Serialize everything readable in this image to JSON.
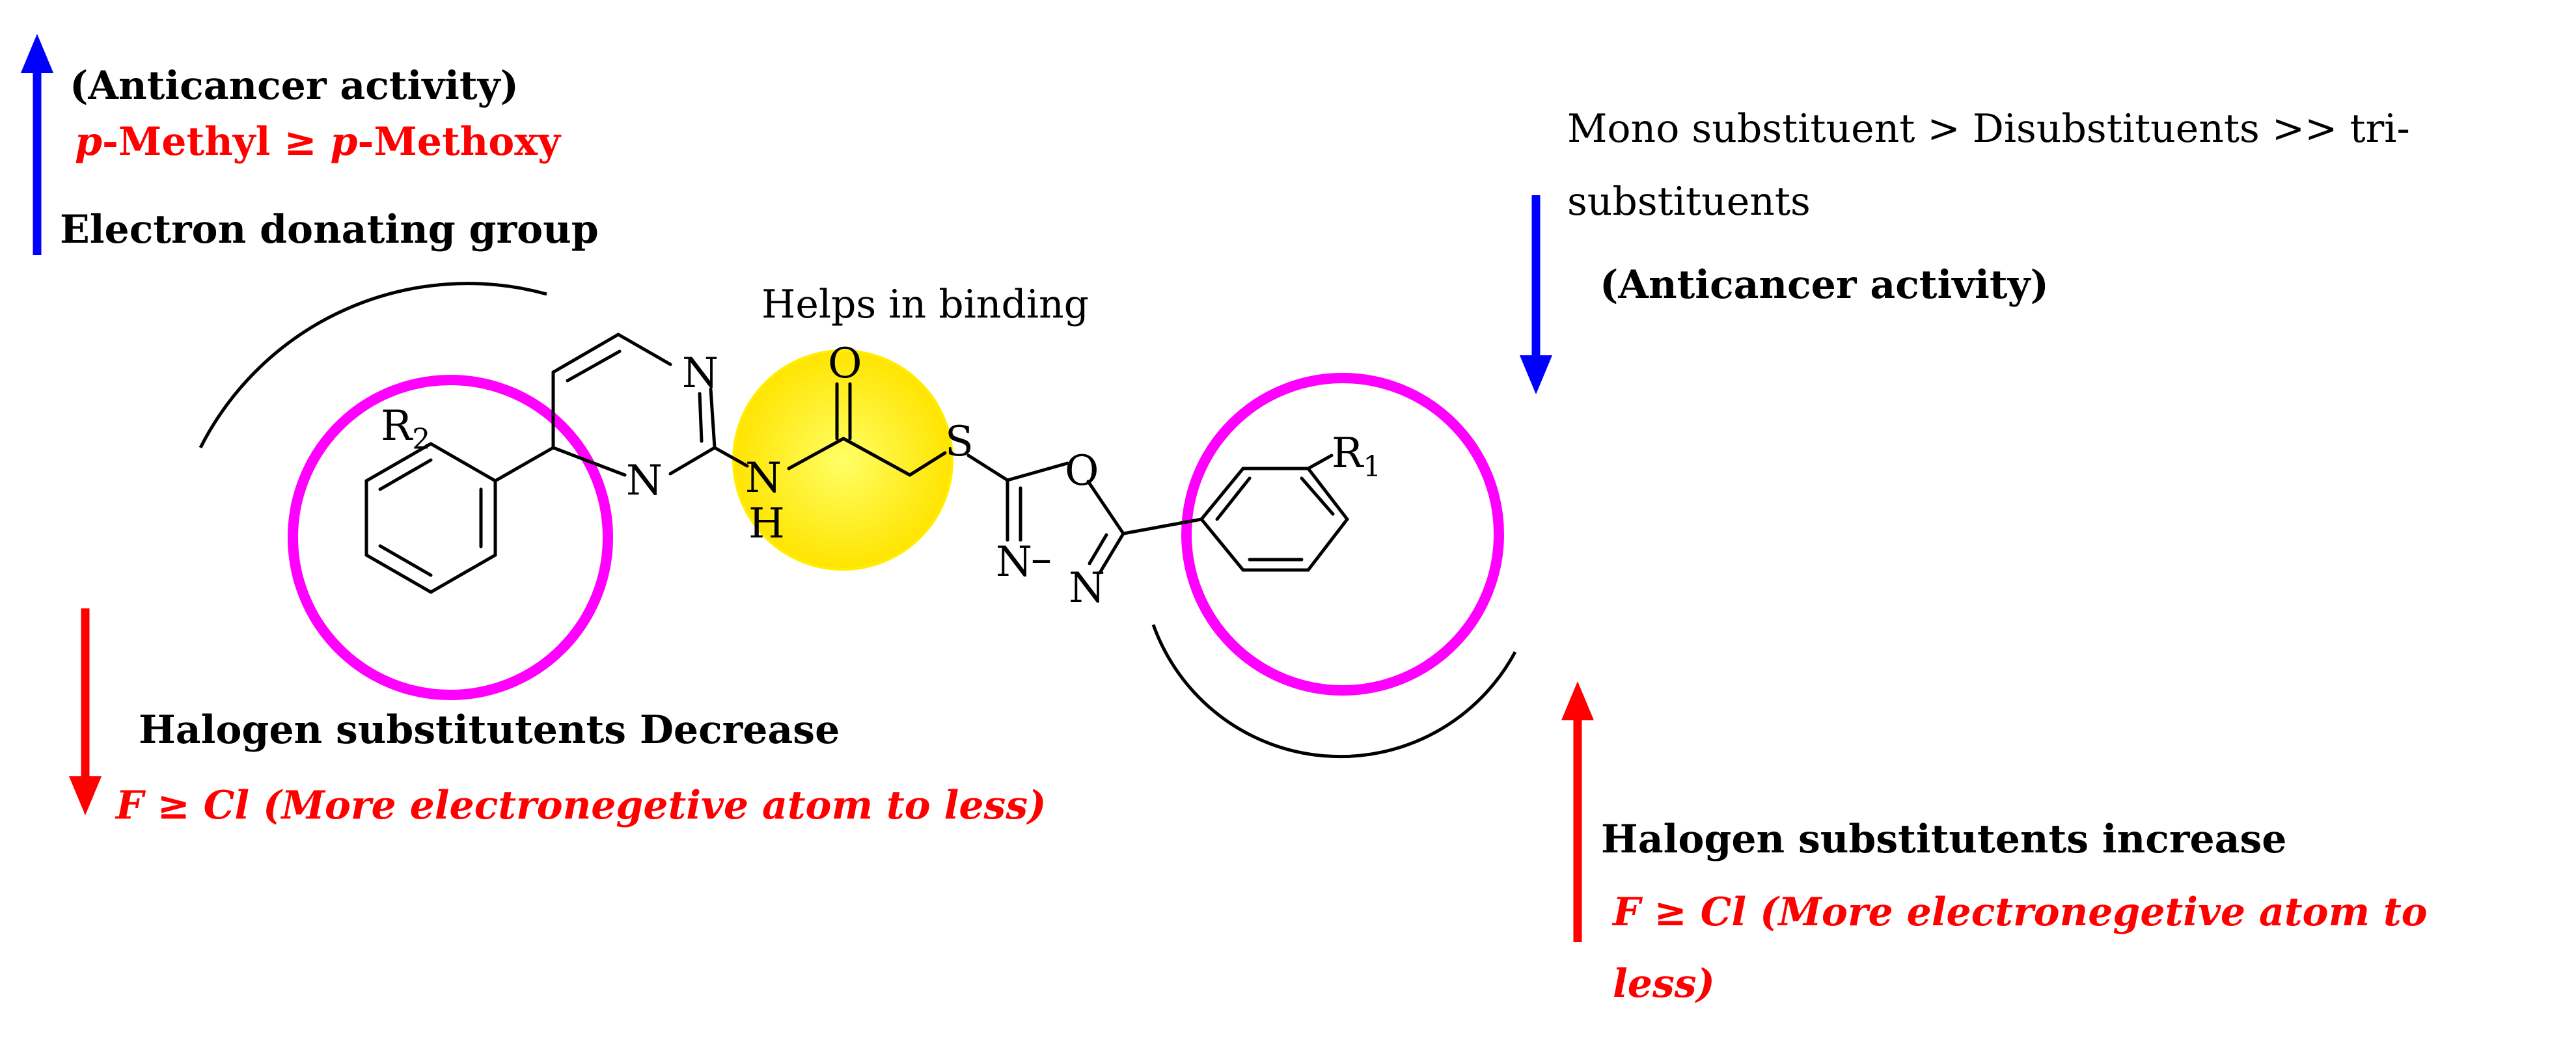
{
  "colors": {
    "blue": "#0000ff",
    "red": "#ff0000",
    "magenta": "#ff00ff",
    "yellow": "#ffee00",
    "black": "#000000"
  },
  "top_left": {
    "activity_label": "(Anticancer activity)",
    "order_label": "p-Methyl ≥ p-Methoxy",
    "order_parts": {
      "p1": "p",
      "t1": "-Methyl ≥ ",
      "p2": "p",
      "t2": "-Methoxy"
    },
    "group_label": "Electron donating group"
  },
  "top_right": {
    "line1": "Mono substituent  > Disubstituents  >>  tri-",
    "line2": "substituents",
    "activity_label": "(Anticancer activity)"
  },
  "middle": {
    "binding_label": "Helps in binding"
  },
  "bottom_left": {
    "halogen_label": "Halogen substitutents Decrease",
    "order_label": "F ≥ Cl (More electronegetive atom to less)"
  },
  "bottom_right": {
    "halogen_label": "Halogen substitutents increase",
    "order_line1": "F ≥ Cl (More electronegetive atom to",
    "order_line2": "less)"
  },
  "molecule": {
    "atoms": {
      "N_pyrimidine_top": "N",
      "N_pyrimidine_bottom": "N",
      "N_amide": "N",
      "H_amide": "H",
      "O_carbonyl": "O",
      "S_thioether": "S",
      "O_oxadiazole": "O",
      "N_oxadiazole_left": "N",
      "N_oxadiazole_right": "N",
      "dash_nn": "–"
    },
    "substituents": {
      "R2_letter": "R",
      "R2_sub": "2",
      "R1_letter": "R",
      "R1_sub": "1"
    }
  }
}
